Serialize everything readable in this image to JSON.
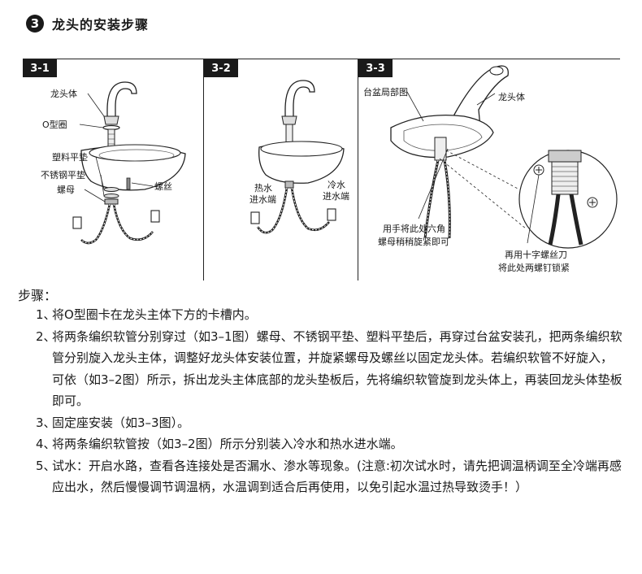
{
  "header": {
    "number": "3",
    "title": "龙头的安装步骤"
  },
  "panels": [
    {
      "tag": "3-1",
      "labels": {
        "faucet_body": "龙头体",
        "o_ring": "O型圈",
        "plastic_washer": "塑料平垫",
        "steel_washer": "不锈钢平垫",
        "nut": "螺母",
        "screw": "螺丝"
      }
    },
    {
      "tag": "3-2",
      "labels": {
        "hot_line1": "热水",
        "hot_line2": "进水端",
        "cold_line1": "冷水",
        "cold_line2": "进水端"
      }
    },
    {
      "tag": "3-3",
      "labels": {
        "basin_partial": "台盆局部图",
        "faucet_body": "龙头体",
        "hex_line1": "用手将此处六角",
        "hex_line2": "螺母稍稍旋紧即可",
        "screw_line1": "再用十字螺丝刀",
        "screw_line2": "将此处两螺钉锁紧"
      }
    }
  ],
  "steps_title": "步骤：",
  "steps": [
    {
      "num": "1、",
      "text": "将O型圈卡在龙头主体下方的卡槽内。"
    },
    {
      "num": "2、",
      "text": "将两条编织软管分别穿过（如3–1图）螺母、不锈钢平垫、塑料平垫后，再穿过台盆安装孔，把两条编织软管分别旋入龙头主体，调整好龙头体安装位置，并旋紧螺母及螺丝以固定龙头体。若编织软管不好旋入，可依（如3–2图）所示，拆出龙头主体底部的龙头垫板后，先将编织软管旋到龙头体上，再装回龙头体垫板即可。"
    },
    {
      "num": "3、",
      "text": "固定座安装（如3–3图）。"
    },
    {
      "num": "4、",
      "text": "将两条编织软管按（如3–2图）所示分别装入冷水和热水进水端。"
    },
    {
      "num": "5、",
      "text": "试水：开启水路，查看各连接处是否漏水、渗水等现象。(注意:初次试水时，请先把调温柄调至全冷端再感应出水，然后慢慢调节调温柄，水温调到适合后再使用，以免引起水温过热导致烫手！）"
    }
  ]
}
